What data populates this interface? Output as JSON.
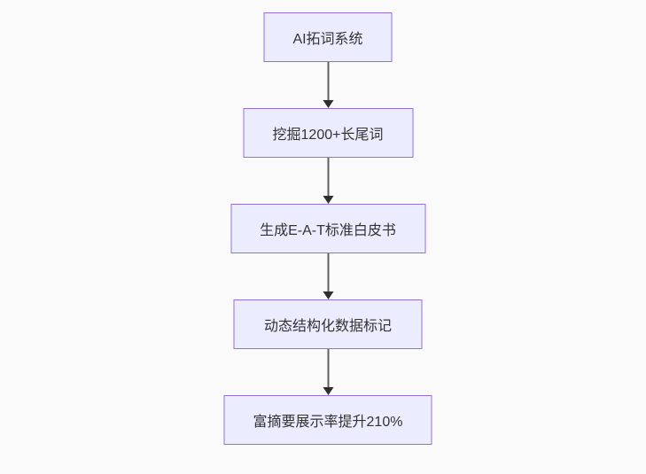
{
  "page": {
    "background_color": "#fafafa"
  },
  "flowchart": {
    "type": "flowchart",
    "direction": "top-down",
    "style": {
      "node_fill": "#ececff",
      "node_border": "#9370db",
      "text_color": "#333333",
      "arrow_color": "#333333"
    },
    "nodes": [
      {
        "id": "A",
        "label": "AI拓词系统"
      },
      {
        "id": "B",
        "label": "挖掘1200+长尾词"
      },
      {
        "id": "C",
        "label": "生成E-A-T标准白皮书"
      },
      {
        "id": "D",
        "label": "动态结构化数据标记"
      },
      {
        "id": "E",
        "label": "富摘要展示率提升210%"
      }
    ],
    "edges": [
      {
        "from": "A",
        "to": "B"
      },
      {
        "from": "B",
        "to": "C"
      },
      {
        "from": "C",
        "to": "D"
      },
      {
        "from": "D",
        "to": "E"
      }
    ]
  }
}
